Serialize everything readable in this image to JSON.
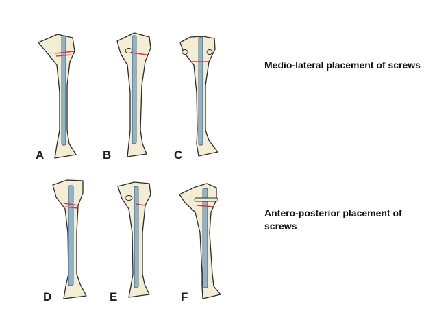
{
  "panels": [
    {
      "id": "A",
      "label": "A"
    },
    {
      "id": "B",
      "label": "B"
    },
    {
      "id": "C",
      "label": "C"
    },
    {
      "id": "D",
      "label": "D"
    },
    {
      "id": "E",
      "label": "E"
    },
    {
      "id": "F",
      "label": "F"
    }
  ],
  "captions": {
    "top": "Medio-lateral placement of screws",
    "bottom": "Antero-posterior placement of screws"
  },
  "colors": {
    "bone": "#f2edd3",
    "nail": "#8fb3c8",
    "screw": "#d23a4a",
    "outline": "#2a2a2a"
  }
}
